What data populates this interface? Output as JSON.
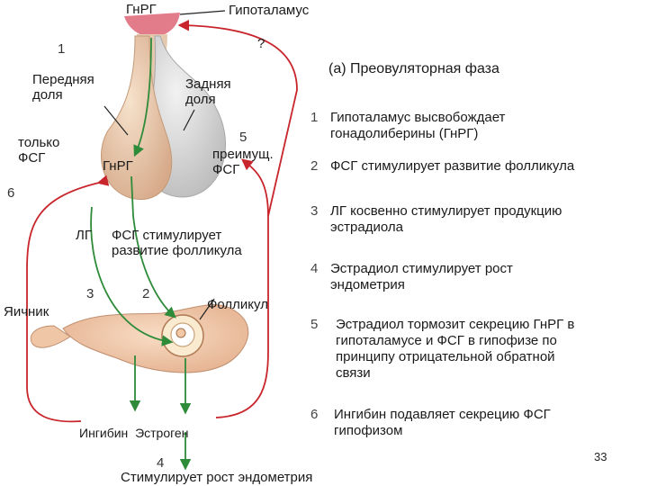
{
  "colors": {
    "red_pathway": "#c8252c",
    "green_pathway": "#2e8b3a",
    "pituitary_tan": "#e8c7a6",
    "pituitary_grey": "#d6d6d6",
    "hypothalamus_red": "#e27b8a",
    "ovary": "#efc7a7"
  },
  "diagram": {
    "labels": {
      "gnrg_top": "ГнРГ",
      "hypothalamus": "Гипоталамус",
      "question": "?",
      "anterior_lobe": "Передняя\nдоля",
      "posterior_lobe": "Задняя\nдоля",
      "only_fsh": "только\nФСГ",
      "gnrg_mid": "ГнРГ",
      "mainly_fsh": "преимущ.\nФСГ",
      "lh": "ЛГ",
      "fsh_stimulates": "ФСГ стимулирует\nразвитие фолликула",
      "ovary": "Яичник",
      "follicle": "Фолликул",
      "inhibin_estrogen": "Ингибин  Эстроген",
      "stimulates_endometrium": "Стимулирует рост эндометрия"
    },
    "numbers": {
      "n1": "1",
      "n2": "2",
      "n3": "3",
      "n4": "4",
      "n5": "5",
      "n6": "6"
    }
  },
  "panel": {
    "title": "(а) Преовуляторная фаза",
    "steps": [
      {
        "num": "1",
        "text": "Гипоталамус высвобождает\nгонадолиберины (ГнРГ)"
      },
      {
        "num": "2",
        "text": "ФСГ стимулирует развитие фолликула"
      },
      {
        "num": "3",
        "text": "ЛГ косвенно стимулирует продукцию\nэстрадиола"
      },
      {
        "num": "4",
        "text": "Эстрадиол стимулирует рост\nэндометрия"
      },
      {
        "num": "5",
        "text": "Эстрадиол тормозит секрецию ГнРГ в\nгипоталамусе и ФСГ в гипофизе по\nпринципу отрицательной обратной\nсвязи"
      },
      {
        "num": "6",
        "text": "Ингибин подавляет секрецию ФСГ\nгипофизом"
      }
    ]
  },
  "page_number": "33"
}
